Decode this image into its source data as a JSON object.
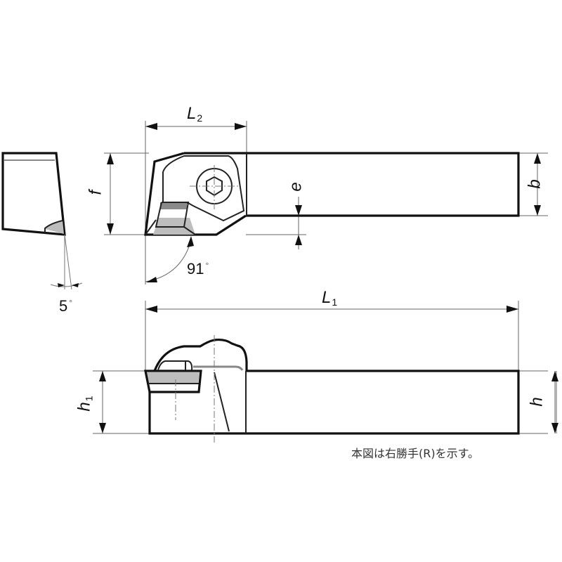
{
  "diagram": {
    "type": "technical-drawing",
    "subject": "turning tool holder with insert (top view, end view, side view)",
    "dimension_labels": {
      "L1": {
        "base": "L",
        "sub": "1"
      },
      "L2": {
        "base": "L",
        "sub": "2"
      },
      "h1": {
        "base": "h",
        "sub": "1"
      },
      "f": "f",
      "e": "e",
      "b": "b",
      "h": "h"
    },
    "angles": {
      "approach": {
        "value": "91",
        "unit": "°"
      },
      "clearance": {
        "value": "5",
        "unit": "°"
      }
    },
    "note": "本図は右勝手(R)を示す。",
    "colors": {
      "line": "#111111",
      "dimension_line": "#666666",
      "hatch_gray": "#bdbdbd",
      "background": "#ffffff"
    }
  }
}
